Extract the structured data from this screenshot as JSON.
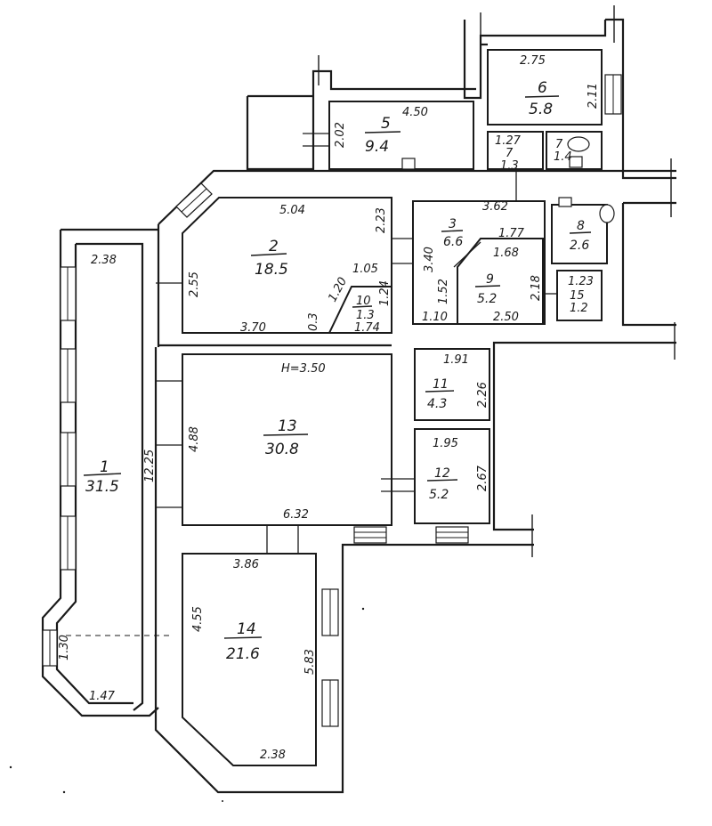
{
  "plan": {
    "height_label": "H=3.50",
    "rooms": [
      {
        "number": "1",
        "area": "31.5"
      },
      {
        "number": "2",
        "area": "18.5"
      },
      {
        "number": "3",
        "area": "6.6"
      },
      {
        "number": "5",
        "area": "9.4"
      },
      {
        "number": "6",
        "area": "5.8"
      },
      {
        "number": "7",
        "area": "1.3"
      },
      {
        "number": "7",
        "area": "1.4"
      },
      {
        "number": "8",
        "area": "2.6"
      },
      {
        "number": "9",
        "area": "5.2"
      },
      {
        "number": "10",
        "area": "1.3"
      },
      {
        "number": "11",
        "area": "4.3"
      },
      {
        "number": "12",
        "area": "5.2"
      },
      {
        "number": "13",
        "area": "30.8"
      },
      {
        "number": "14",
        "area": "21.6"
      },
      {
        "number": "15",
        "area": "1.2"
      }
    ],
    "dimensions": [
      "2.75",
      "2.11",
      "4.50",
      "2.02",
      "5.04",
      "2.23",
      "3.62",
      "2.38",
      "2.55",
      "1.05",
      "1.20",
      "3.70",
      "0.3",
      "1.24",
      "1.74",
      "3.40",
      "1.77",
      "1.68",
      "1.52",
      "2.18",
      "1.10",
      "2.50",
      "1.23",
      "1.27",
      "1.91",
      "2.26",
      "1.95",
      "2.67",
      "4.88",
      "12.25",
      "6.32",
      "3.86",
      "4.55",
      "5.83",
      "1.30",
      "1.47",
      "2.38"
    ]
  }
}
